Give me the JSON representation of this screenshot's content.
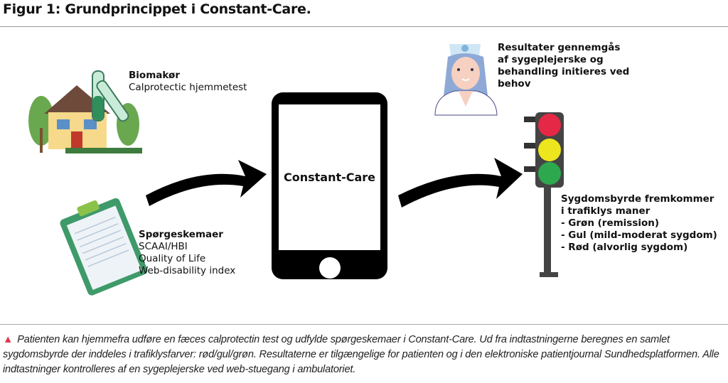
{
  "title": "Figur 1: Grundprincippet i Constant-Care.",
  "biomarker": {
    "heading": "Biomakør",
    "line": "Calprotectic hjemmetest"
  },
  "questionnaires": {
    "heading": "Spørgeskemaer",
    "lines": [
      "SCAAI/HBI",
      "Quality of Life",
      "Web-disability index"
    ]
  },
  "phone": {
    "label": "Constant-Care"
  },
  "nurse": {
    "lines": [
      "Resultater gennemgås",
      "af sygeplejerske og",
      "behandling initieres ved",
      "behov"
    ]
  },
  "traffic": {
    "lines": [
      "Sygdomsbyrde fremkommer",
      "i trafiklys maner",
      "- Grøn (remission)",
      "- Gul (mild-moderat sygdom)",
      "- Rød (alvorlig sygdom)"
    ],
    "colors": {
      "red": "#e52845",
      "yellow": "#ede51d",
      "green": "#2ea84f"
    }
  },
  "caption": {
    "mark": "▲",
    "text": "Patienten kan hjemmefra udføre en fæces calprotectin test og udfylde spørgeskemaer i Constant-Care. Ud fra indtastningerne beregnes en samlet sygdomsbyrde der inddeles i trafiklysfarver: rød/gul/grøn. Resultaterne er tilgængelige for patienten og i den elektroniske patientjournal Sundhedsplatformen. Alle indtastninger kontrolleres af en sygeplejerske ved web-stuegang i ambulatoriet."
  }
}
